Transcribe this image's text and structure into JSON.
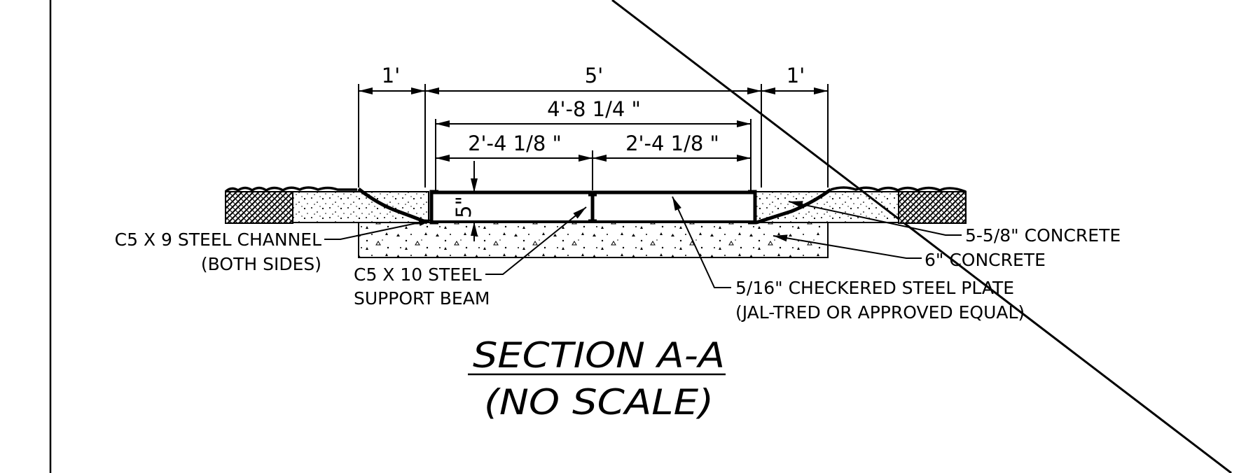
{
  "dimensions": {
    "left_offset": "1'",
    "overall_width": "5'",
    "right_offset": "1'",
    "plate_width": "4'-8 1/4 \"",
    "half_left": "2'-4 1/8 \"",
    "half_right": "2'-4 1/8 \"",
    "depth": "5\""
  },
  "callouts": {
    "channel_line1": "C5 X 9 STEEL CHANNEL",
    "channel_line2": "(BOTH SIDES)",
    "beam_line1": "C5 X 10 STEEL",
    "beam_line2": "SUPPORT BEAM",
    "plate_line1": "5/16\" CHECKERED STEEL PLATE",
    "plate_line2": "(JAL-TRED OR APPROVED EQUAL)",
    "concrete_upper": "5-5/8\" CONCRETE",
    "concrete_lower": "6\" CONCRETE"
  },
  "section": {
    "title": "SECTION A-A",
    "subtitle": "(NO SCALE)"
  }
}
